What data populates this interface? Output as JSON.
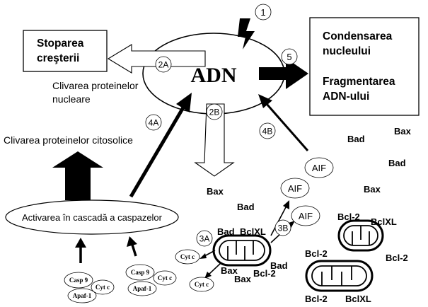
{
  "dna": {
    "label": "ADN"
  },
  "badges": {
    "b1": "1",
    "b2A": "2A",
    "b2B": "2B",
    "b3A": "3A",
    "b3B": "3B",
    "b4A": "4A",
    "b4B": "4B",
    "b5": "5"
  },
  "growth_stop": {
    "line1": "Stoparea",
    "line2": "creşterii"
  },
  "nucleus_box": {
    "line1": "Condensarea",
    "line2": "nucleului",
    "line3": "Fragmentarea",
    "line4": "ADN-ului"
  },
  "nuclear_cleavage": {
    "line1": "Clivarea proteinelor",
    "line2": "nucleare"
  },
  "cytosolic_cleavage": "Clivarea proteinelor citosolice",
  "caspase_cascade": "Activarea în cascadă a caspazelor",
  "aif_labels": [
    "AIF",
    "AIF",
    "AIF"
  ],
  "mito_left_labels": {
    "bad": "Bad",
    "bclxl": "BclXL",
    "bax1": "Bax",
    "bad2": "Bad",
    "bcl2": "Bcl-2",
    "bax2": "Bax"
  },
  "cytc_labels": [
    "Cyt c",
    "Cyt c"
  ],
  "apoptosome_labels": [
    "Casp 9",
    "Cyt c",
    "Apaf-1",
    "Casp 9",
    "Cyt c",
    "Apaf-1"
  ],
  "floating_labels": {
    "bax_mid": "Bax",
    "bad_mid": "Bad",
    "bad_r1": "Bad",
    "bax_r1": "Bax",
    "bad_r2": "Bad",
    "bax_r2": "Bax"
  },
  "mito_right_labels": {
    "top_bcl2": "Bcl-2",
    "top_bclxl": "BclXL",
    "mid_bcl2a": "Bcl-2",
    "mid_bcl2b": "Bcl-2",
    "bot_bcl2": "Bcl-2",
    "bot_bclxl": "BclXL"
  },
  "colors": {
    "ink": "#000000",
    "hollow_arrow": "#ffffff",
    "paper": "#ffffff"
  },
  "icons": {
    "stimulus": "lightning-bolt-icon",
    "organelle": "mitochondrion-icon"
  }
}
